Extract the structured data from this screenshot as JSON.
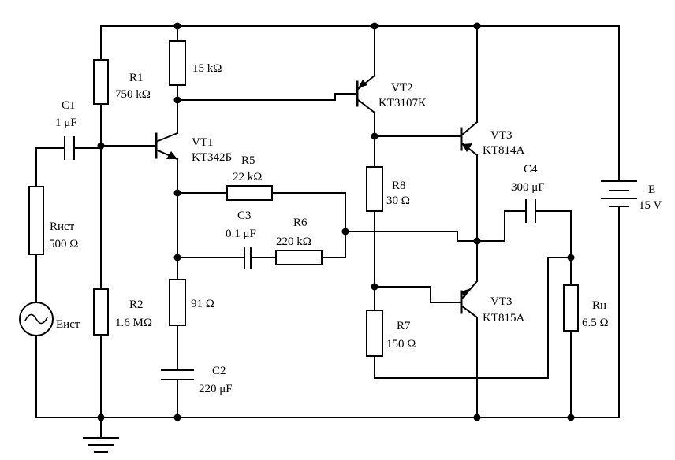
{
  "labels": {
    "c1_name": "C1",
    "c1_value": "1 μF",
    "r1_name": "R1",
    "r1_value": "750 kΩ",
    "rc_value": "15 kΩ",
    "vt1_name": "VT1",
    "vt1_type": "KT342Б",
    "vt2_name": "VT2",
    "vt2_type": "KT3107K",
    "vt3_upper_name": "VT3",
    "vt3_upper_type": "KT814A",
    "vt3_lower_name": "VT3",
    "vt3_lower_type": "KT815A",
    "r5_name": "R5",
    "r5_value": "22 kΩ",
    "c3_name": "C3",
    "c3_value": "0.1 μF",
    "r6_name": "R6",
    "r6_value": "220 kΩ",
    "r8_name": "R8",
    "r8_value": "30 Ω",
    "c4_name": "C4",
    "c4_value": "300 μF",
    "e_name": "E",
    "e_value": "15 V",
    "rsrc_name": "Rист",
    "rsrc_value": "500 Ω",
    "esrc_name": "Eист",
    "r2_name": "R2",
    "r2_value": "1.6 MΩ",
    "re_value": "91 Ω",
    "c2_name": "C2",
    "c2_value": "220 μF",
    "r7_name": "R7",
    "r7_value": "150 Ω",
    "rload_name": "Rн",
    "rload_value": "6.5 Ω"
  }
}
